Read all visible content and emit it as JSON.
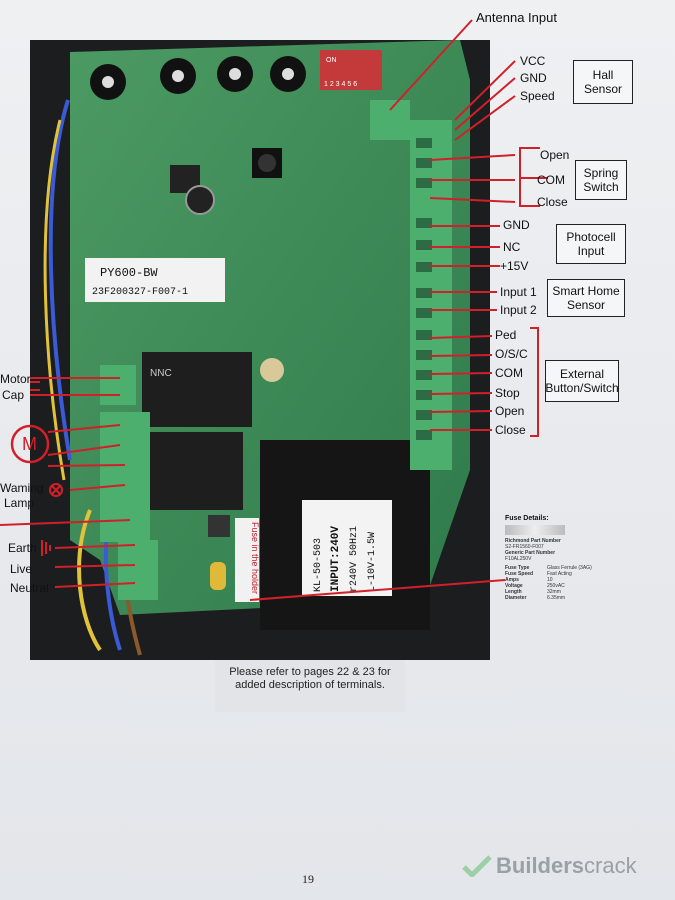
{
  "board": {
    "model_label_line1": "PY600-BW",
    "model_label_line2": "23F200327-F007-1",
    "dip_on": "ON",
    "dip_numbers": "1 2 3 4 5 6",
    "relay_brand": "NNC",
    "transformer_text": [
      "KL-50-503",
      "INPUT:240V",
      "r240V 50Hz1",
      "L-10V-1.5W"
    ],
    "fuse_sticker": "Fuse in the holder"
  },
  "labels": {
    "antenna_input": "Antenna Input",
    "vcc": "VCC",
    "gnd_hall": "GND",
    "speed": "Speed",
    "hall_sensor": "Hall Sensor",
    "open_spring": "Open",
    "com_spring": "COM",
    "close_spring": "Close",
    "spring_switch": "Spring Switch",
    "gnd_photo": "GND",
    "nc": "NC",
    "v15": "+15V",
    "photocell_input": "Photocell Input",
    "input1": "Input 1",
    "input2": "Input 2",
    "smart_home_sensor": "Smart Home Sensor",
    "ped": "Ped",
    "osc": "O/S/C",
    "com_ext": "COM",
    "stop": "Stop",
    "open_ext": "Open",
    "close_ext": "Close",
    "external_button_switch": "External Button/Switch",
    "motor": "Motor",
    "cap": "Cap",
    "motor_symbol": "M",
    "warning": "Waming",
    "lamp": "Lamp",
    "earth": "Earth",
    "live": "Live",
    "neutral": "Neutral"
  },
  "fuse_details": {
    "title": "Fuse Details:",
    "part_number_label": "Richmond Part Number",
    "part_number": "S2-FR1560-F007",
    "generic_label": "Generic Part Number",
    "generic": "F10AL250V",
    "rows": [
      [
        "Fuse Type",
        "Glass Ferrule (3AG)"
      ],
      [
        "Fuse Speed",
        "Fast Acting"
      ],
      [
        "Amps",
        "10"
      ],
      [
        "Voltage",
        "250vAC"
      ],
      [
        "Length",
        "32mm"
      ],
      [
        "Diameter",
        "6.35mm"
      ]
    ]
  },
  "note": "Please refer to pages 22 & 23 for added description of terminals.",
  "page_number": "19",
  "watermark": {
    "brand": "Builders",
    "brand2": "crack"
  },
  "colors": {
    "red_line": "#d0202a",
    "pcb_green": "#3f8f5a",
    "terminal_green": "#4caf6e"
  }
}
